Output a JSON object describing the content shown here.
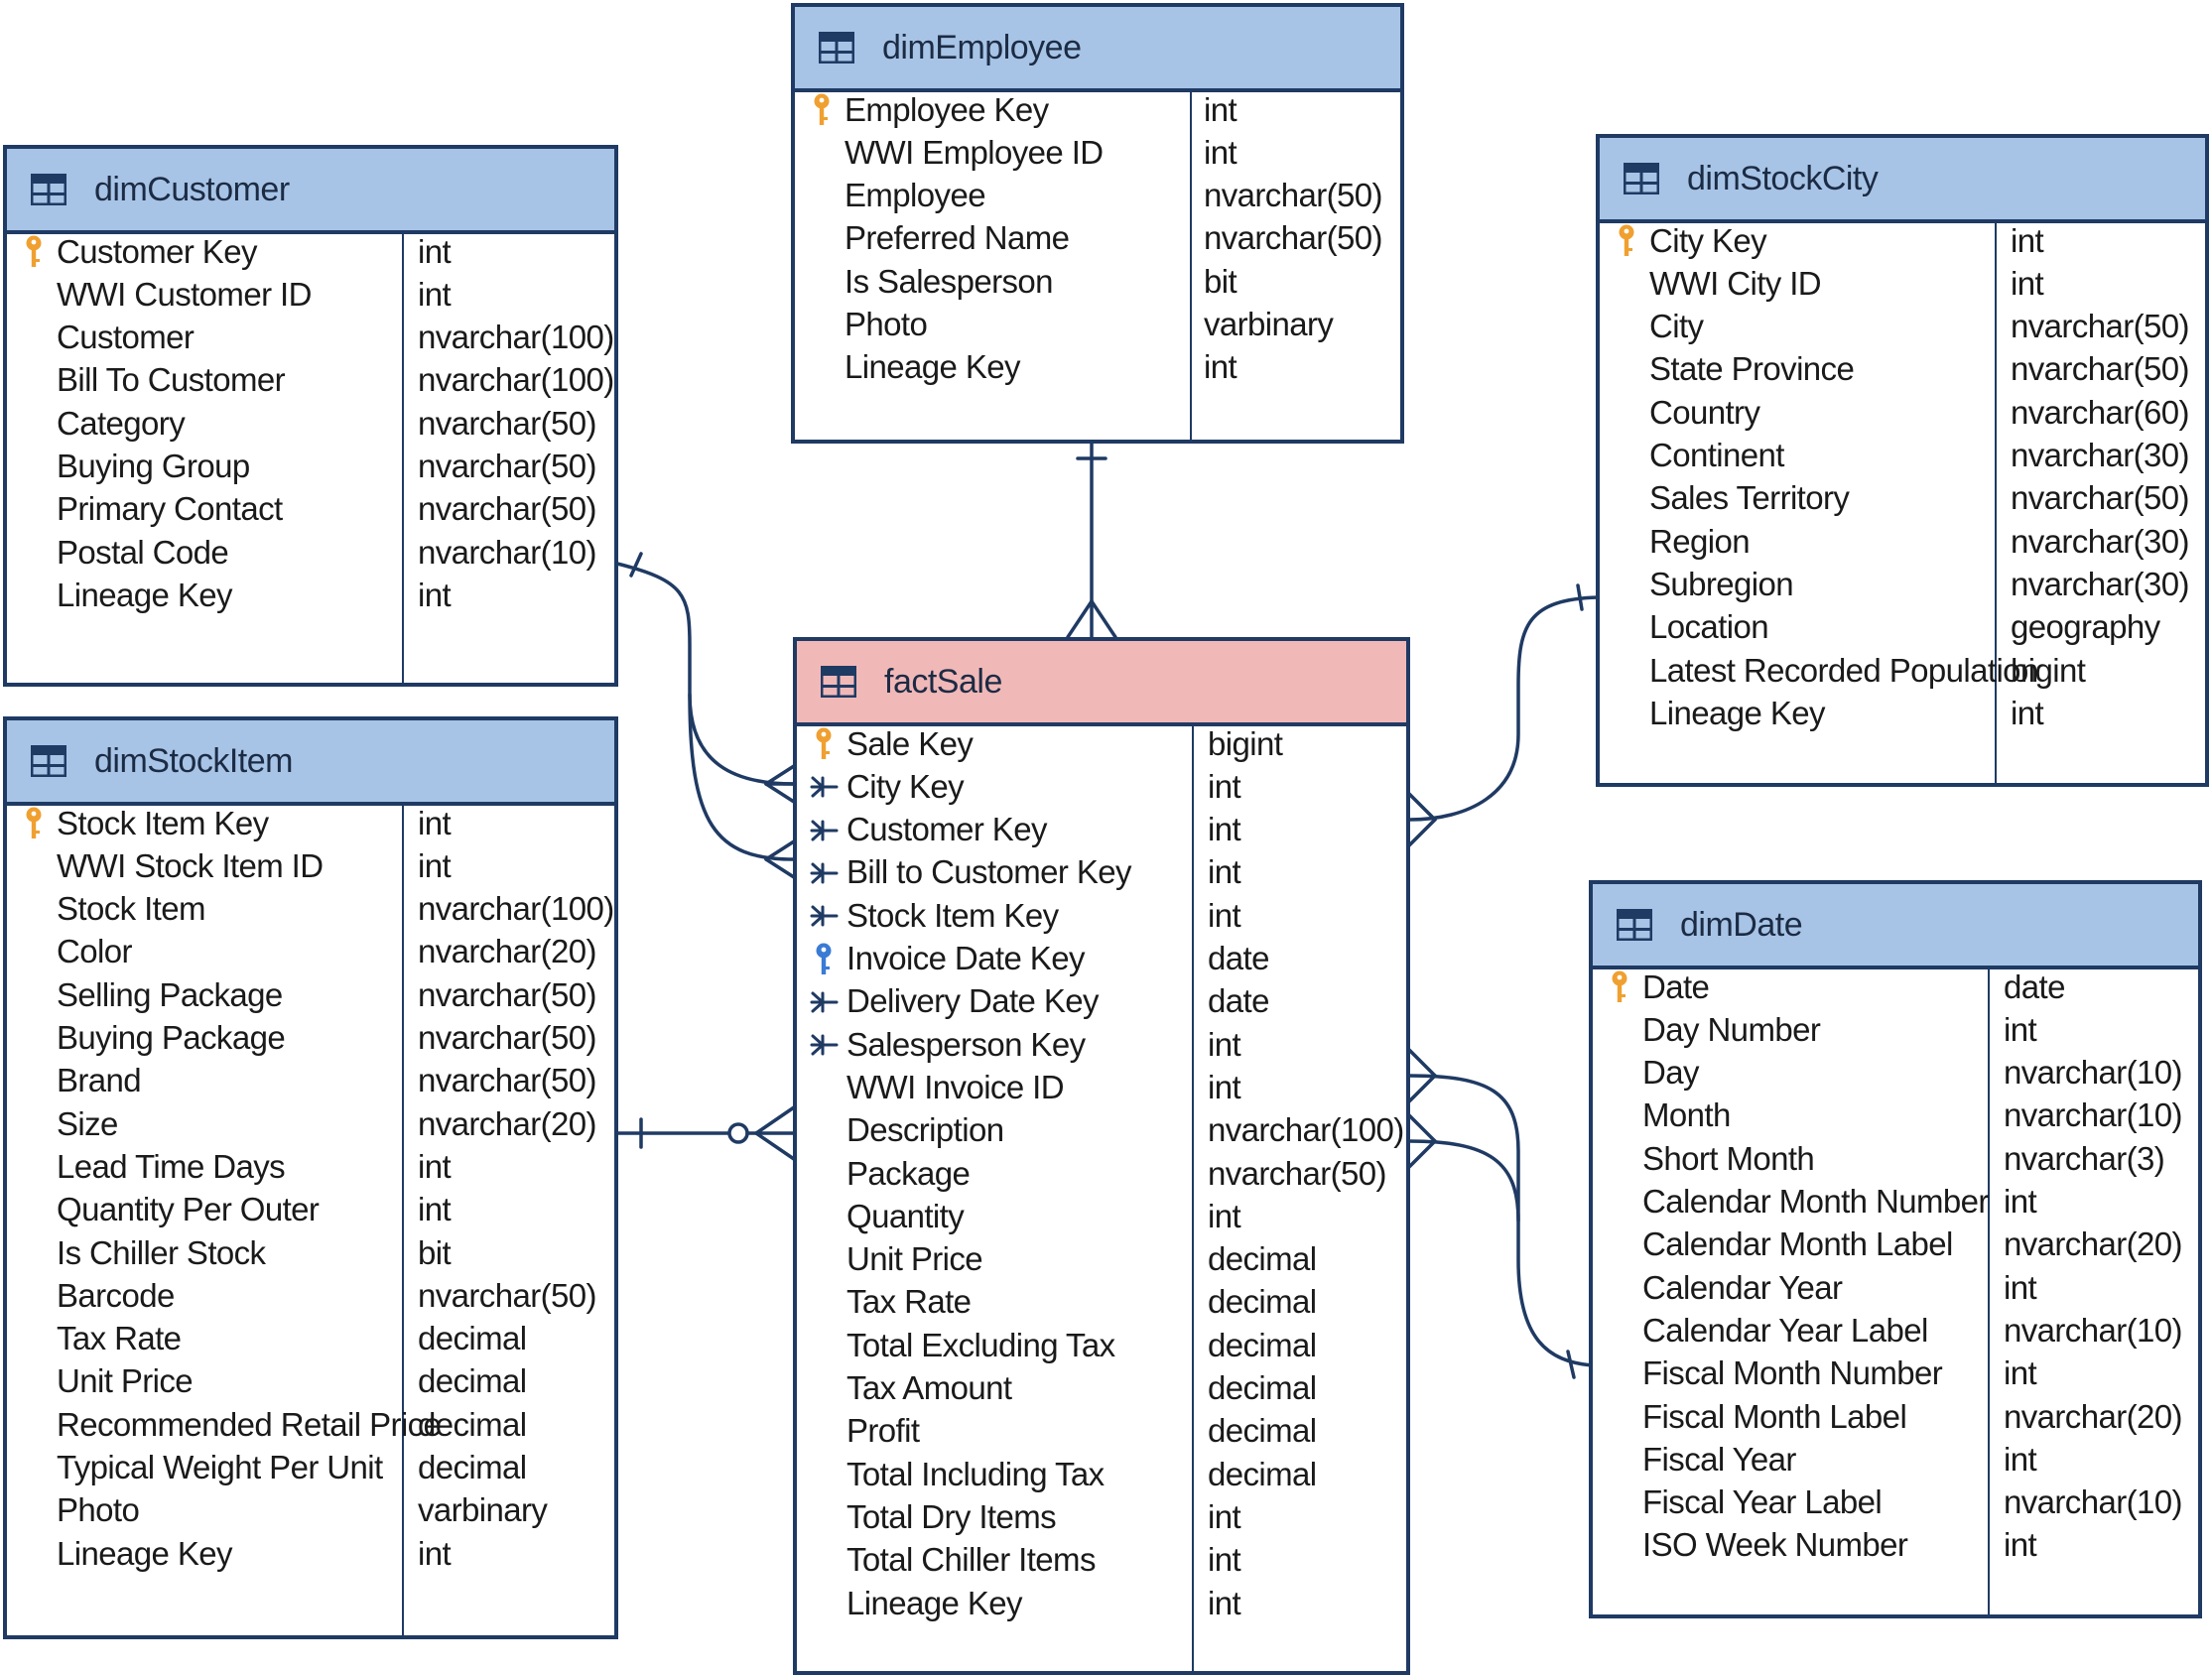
{
  "colors": {
    "border": "#1f3a63",
    "dimension_header": "#a7c4e6",
    "fact_header": "#f1b8b8",
    "primary_key_icon": "#f0a030",
    "index_key_icon": "#3a7bd5",
    "connector": "#1f3a63"
  },
  "entities": {
    "dimEmployee": {
      "title": "dimEmployee",
      "kind": "dimension",
      "fields": [
        {
          "name": "Employee Key",
          "type": "int",
          "key": "primary"
        },
        {
          "name": "WWI Employee ID",
          "type": "int",
          "key": ""
        },
        {
          "name": "Employee",
          "type": "nvarchar(50)",
          "key": ""
        },
        {
          "name": "Preferred Name",
          "type": "nvarchar(50)",
          "key": ""
        },
        {
          "name": "Is Salesperson",
          "type": "bit",
          "key": ""
        },
        {
          "name": "Photo",
          "type": "varbinary",
          "key": ""
        },
        {
          "name": "Lineage Key",
          "type": "int",
          "key": ""
        }
      ]
    },
    "dimCustomer": {
      "title": "dimCustomer",
      "kind": "dimension",
      "fields": [
        {
          "name": "Customer Key",
          "type": "int",
          "key": "primary"
        },
        {
          "name": "WWI Customer ID",
          "type": "int",
          "key": ""
        },
        {
          "name": "Customer",
          "type": "nvarchar(100)",
          "key": ""
        },
        {
          "name": "Bill To Customer",
          "type": "nvarchar(100)",
          "key": ""
        },
        {
          "name": "Category",
          "type": "nvarchar(50)",
          "key": ""
        },
        {
          "name": "Buying Group",
          "type": "nvarchar(50)",
          "key": ""
        },
        {
          "name": "Primary Contact",
          "type": "nvarchar(50)",
          "key": ""
        },
        {
          "name": "Postal Code",
          "type": "nvarchar(10)",
          "key": ""
        },
        {
          "name": "Lineage Key",
          "type": "int",
          "key": ""
        }
      ]
    },
    "dimStockCity": {
      "title": "dimStockCity",
      "kind": "dimension",
      "fields": [
        {
          "name": "City Key",
          "type": "int",
          "key": "primary"
        },
        {
          "name": "WWI City ID",
          "type": "int",
          "key": ""
        },
        {
          "name": "City",
          "type": "nvarchar(50)",
          "key": ""
        },
        {
          "name": "State Province",
          "type": "nvarchar(50)",
          "key": ""
        },
        {
          "name": "Country",
          "type": "nvarchar(60)",
          "key": ""
        },
        {
          "name": "Continent",
          "type": "nvarchar(30)",
          "key": ""
        },
        {
          "name": "Sales Territory",
          "type": "nvarchar(50)",
          "key": ""
        },
        {
          "name": "Region",
          "type": "nvarchar(30)",
          "key": ""
        },
        {
          "name": "Subregion",
          "type": "nvarchar(30)",
          "key": ""
        },
        {
          "name": "Location",
          "type": "geography",
          "key": ""
        },
        {
          "name": "Latest Recorded Population",
          "type": "bigint",
          "key": ""
        },
        {
          "name": "Lineage Key",
          "type": "int",
          "key": ""
        }
      ]
    },
    "dimStockItem": {
      "title": "dimStockItem",
      "kind": "dimension",
      "fields": [
        {
          "name": "Stock Item Key",
          "type": "int",
          "key": "primary"
        },
        {
          "name": "WWI Stock Item ID",
          "type": "int",
          "key": ""
        },
        {
          "name": "Stock Item",
          "type": "nvarchar(100)",
          "key": ""
        },
        {
          "name": "Color",
          "type": "nvarchar(20)",
          "key": ""
        },
        {
          "name": "Selling Package",
          "type": "nvarchar(50)",
          "key": ""
        },
        {
          "name": "Buying Package",
          "type": "nvarchar(50)",
          "key": ""
        },
        {
          "name": "Brand",
          "type": "nvarchar(50)",
          "key": ""
        },
        {
          "name": "Size",
          "type": "nvarchar(20)",
          "key": ""
        },
        {
          "name": "Lead Time Days",
          "type": "int",
          "key": ""
        },
        {
          "name": "Quantity Per Outer",
          "type": "int",
          "key": ""
        },
        {
          "name": "Is Chiller Stock",
          "type": "bit",
          "key": ""
        },
        {
          "name": "Barcode",
          "type": "nvarchar(50)",
          "key": ""
        },
        {
          "name": "Tax Rate",
          "type": "decimal",
          "key": ""
        },
        {
          "name": "Unit Price",
          "type": "decimal",
          "key": ""
        },
        {
          "name": "Recommended Retail Price",
          "type": "decimal",
          "key": ""
        },
        {
          "name": "Typical Weight Per Unit",
          "type": "decimal",
          "key": ""
        },
        {
          "name": "Photo",
          "type": "varbinary",
          "key": ""
        },
        {
          "name": "Lineage Key",
          "type": "int",
          "key": ""
        }
      ]
    },
    "factSale": {
      "title": "factSale",
      "kind": "fact",
      "fields": [
        {
          "name": "Sale Key",
          "type": "bigint",
          "key": "primary"
        },
        {
          "name": "City Key",
          "type": "int",
          "key": "foreign"
        },
        {
          "name": "Customer Key",
          "type": "int",
          "key": "foreign"
        },
        {
          "name": "Bill to Customer Key",
          "type": "int",
          "key": "foreign"
        },
        {
          "name": "Stock Item Key",
          "type": "int",
          "key": "foreign"
        },
        {
          "name": "Invoice Date Key",
          "type": "date",
          "key": "index"
        },
        {
          "name": "Delivery Date Key",
          "type": "date",
          "key": "foreign"
        },
        {
          "name": "Salesperson Key",
          "type": "int",
          "key": "foreign"
        },
        {
          "name": "WWI Invoice ID",
          "type": "int",
          "key": ""
        },
        {
          "name": "Description",
          "type": "nvarchar(100)",
          "key": ""
        },
        {
          "name": "Package",
          "type": "nvarchar(50)",
          "key": ""
        },
        {
          "name": "Quantity",
          "type": "int",
          "key": ""
        },
        {
          "name": "Unit Price",
          "type": "decimal",
          "key": ""
        },
        {
          "name": "Tax Rate",
          "type": "decimal",
          "key": ""
        },
        {
          "name": "Total Excluding Tax",
          "type": "decimal",
          "key": ""
        },
        {
          "name": "Tax Amount",
          "type": "decimal",
          "key": ""
        },
        {
          "name": "Profit",
          "type": "decimal",
          "key": ""
        },
        {
          "name": "Total Including Tax",
          "type": "decimal",
          "key": ""
        },
        {
          "name": "Total Dry Items",
          "type": "int",
          "key": ""
        },
        {
          "name": "Total Chiller Items",
          "type": "int",
          "key": ""
        },
        {
          "name": "Lineage Key",
          "type": "int",
          "key": ""
        }
      ]
    },
    "dimDate": {
      "title": "dimDate",
      "kind": "dimension",
      "fields": [
        {
          "name": "Date",
          "type": "date",
          "key": "primary"
        },
        {
          "name": "Day Number",
          "type": "int",
          "key": ""
        },
        {
          "name": "Day",
          "type": "nvarchar(10)",
          "key": ""
        },
        {
          "name": "Month",
          "type": "nvarchar(10)",
          "key": ""
        },
        {
          "name": "Short Month",
          "type": "nvarchar(3)",
          "key": ""
        },
        {
          "name": "Calendar Month Number",
          "type": "int",
          "key": ""
        },
        {
          "name": "Calendar Month Label",
          "type": "nvarchar(20)",
          "key": ""
        },
        {
          "name": "Calendar Year",
          "type": "int",
          "key": ""
        },
        {
          "name": "Calendar Year Label",
          "type": "nvarchar(10)",
          "key": ""
        },
        {
          "name": "Fiscal Month Number",
          "type": "int",
          "key": ""
        },
        {
          "name": "Fiscal Month Label",
          "type": "nvarchar(20)",
          "key": ""
        },
        {
          "name": "Fiscal Year",
          "type": "int",
          "key": ""
        },
        {
          "name": "Fiscal Year Label",
          "type": "nvarchar(10)",
          "key": ""
        },
        {
          "name": "ISO Week Number",
          "type": "int",
          "key": ""
        }
      ]
    }
  }
}
